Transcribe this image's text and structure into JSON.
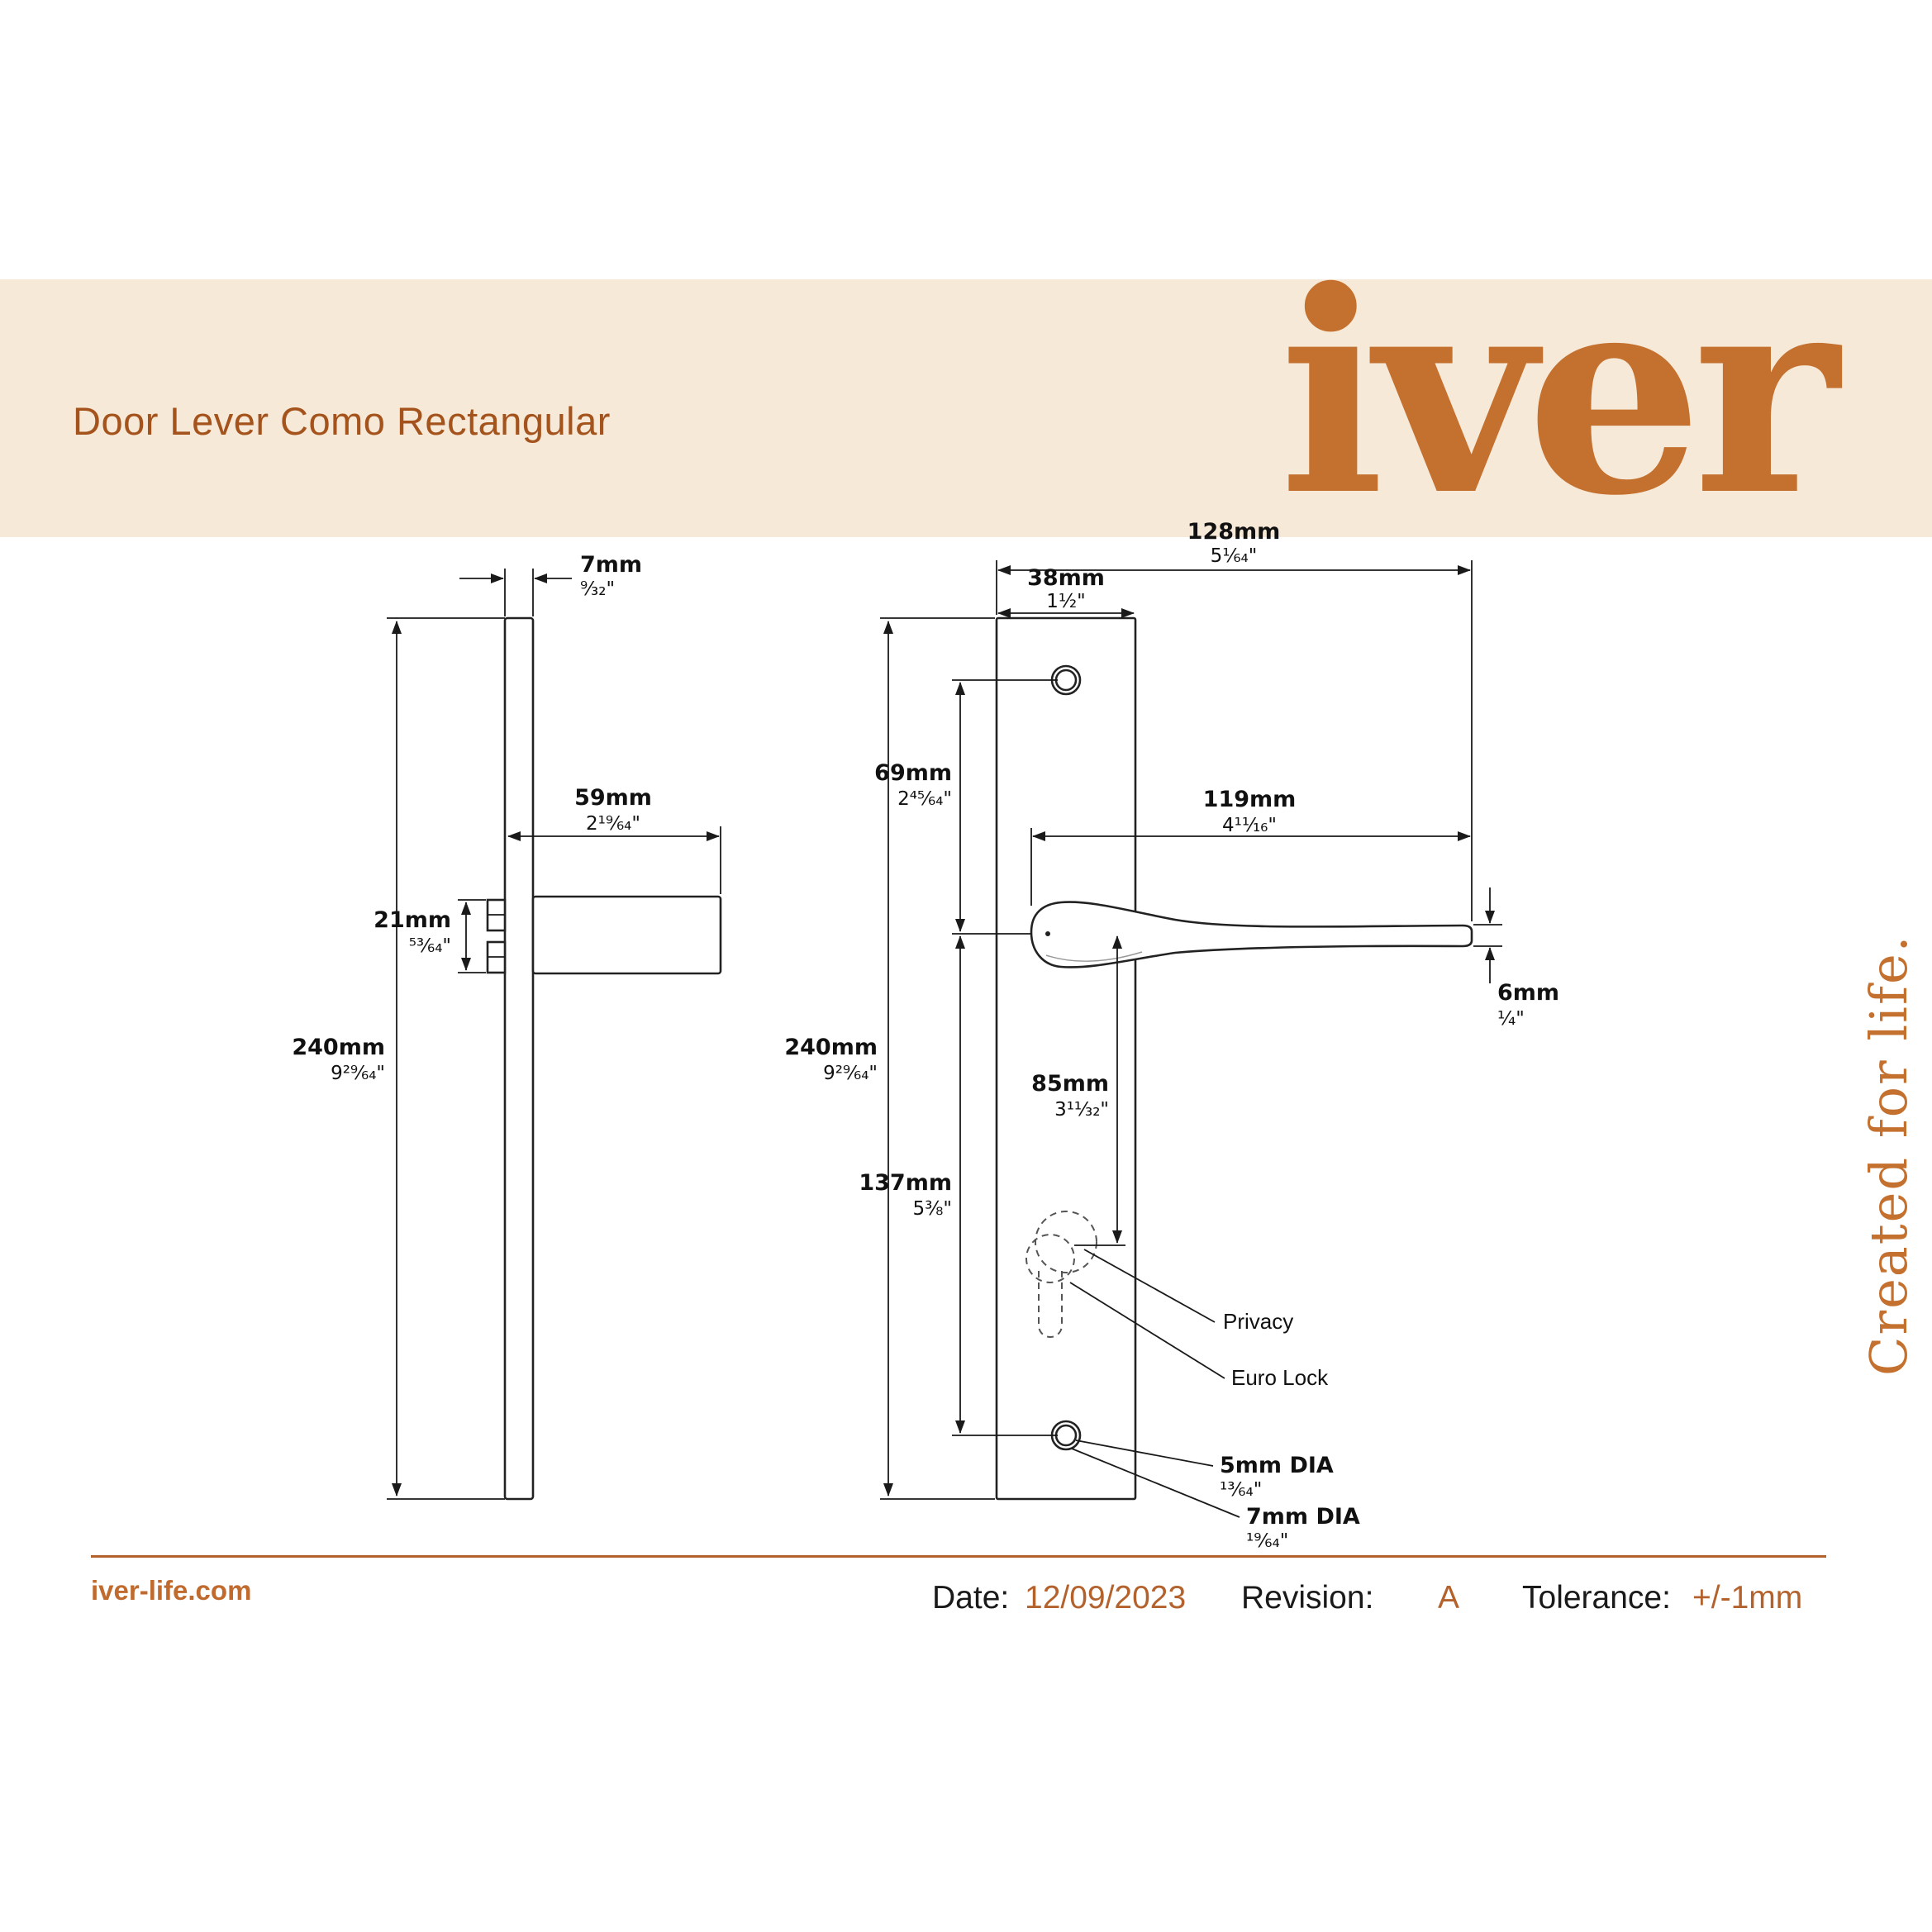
{
  "header": {
    "title": "Door Lever Como Rectangular",
    "logo_text": "iver"
  },
  "tagline": "Created for life.",
  "drawing": {
    "side_view": {
      "thickness": {
        "mm": "7mm",
        "inch": "⁹⁄₃₂\""
      },
      "projection": {
        "mm": "59mm",
        "inch": "2¹⁹⁄₆₄\""
      },
      "grip_width": {
        "mm": "21mm",
        "inch": "⁵³⁄₆₄\""
      },
      "plate_height": {
        "mm": "240mm",
        "inch": "9²⁹⁄₆₄\""
      }
    },
    "front_view": {
      "overall_width": {
        "mm": "128mm",
        "inch": "5¹⁄₆₄\""
      },
      "plate_width": {
        "mm": "38mm",
        "inch": "1½\""
      },
      "hole_to_centre": {
        "mm": "69mm",
        "inch": "2⁴⁵⁄₆₄\""
      },
      "lever_length": {
        "mm": "119mm",
        "inch": "4¹¹⁄₁₆\""
      },
      "lever_thickness": {
        "mm": "6mm",
        "inch": "¼\""
      },
      "plate_height": {
        "mm": "240mm",
        "inch": "9²⁹⁄₆₄\""
      },
      "centre_to_lock": {
        "mm": "85mm",
        "inch": "3¹¹⁄₃₂\""
      },
      "centre_to_bottom_hole": {
        "mm": "137mm",
        "inch": "5⅜\""
      },
      "privacy_label": "Privacy",
      "euro_lock_label": "Euro Lock",
      "screw_hole": {
        "mm": "5mm DIA",
        "inch": "¹³⁄₆₄\""
      },
      "fixing_hole": {
        "mm": "7mm DIA",
        "inch": "¹⁹⁄₆₄\""
      }
    }
  },
  "footer": {
    "website": "iver-life.com",
    "date_label": "Date:",
    "date_value": "12/09/2023",
    "revision_label": "Revision:",
    "revision_value": "A",
    "tolerance_label": "Tolerance:",
    "tolerance_value": "+/-1mm"
  },
  "colors": {
    "accent": "#c4702f",
    "title": "#a5531d",
    "band": "#f6e9d7",
    "line": "#1a1a1a"
  }
}
